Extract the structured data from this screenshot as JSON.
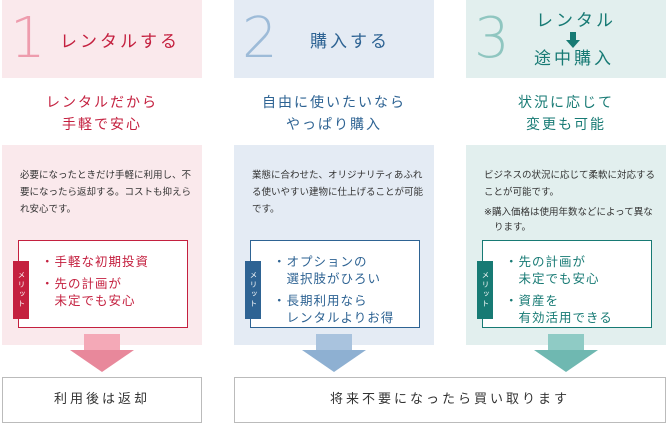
{
  "columns": [
    {
      "number": "1",
      "title": "レンタルする",
      "subtitle": [
        "レンタルだから",
        "手軽で安心"
      ],
      "description": "必要になったときだけ手軽に利用し、不要になったら返却する。コストも抑えられ安心です。",
      "merit_tag": "メリット",
      "merits": [
        [
          "・手軽な初期投資"
        ],
        [
          "・先の計画が",
          "　未定でも安心"
        ]
      ]
    },
    {
      "number": "2",
      "title": "購入する",
      "subtitle": [
        "自由に使いたいなら",
        "やっぱり購入"
      ],
      "description": "業態に合わせた、オリジナリティあふれる使いやすい建物に仕上げることが可能です。",
      "merit_tag": "メリット",
      "merits": [
        [
          "・オプションの",
          "　選択肢がひろい"
        ],
        [
          "・長期利用なら",
          "　レンタルよりお得"
        ]
      ]
    },
    {
      "number": "3",
      "title_line1": "レンタル",
      "title_line2": "途中購入",
      "subtitle": [
        "状況に応じて",
        "変更も可能"
      ],
      "description": "ビジネスの状況に応じて柔軟に対応することが可能です。",
      "note": "※購入価格は使用年数などによって異なります。",
      "merit_tag": "メリット",
      "merits": [
        [
          "・先の計画が",
          "　未定でも安心"
        ],
        [
          "・資産を",
          "　有効活用できる"
        ]
      ]
    }
  ],
  "bottom": {
    "rental_result": "利用後は返却",
    "purchase_result": "将来不要になったら買い取ります"
  },
  "colors": {
    "red": "#c4203f",
    "blue": "#2e6393",
    "teal": "#177a74"
  }
}
